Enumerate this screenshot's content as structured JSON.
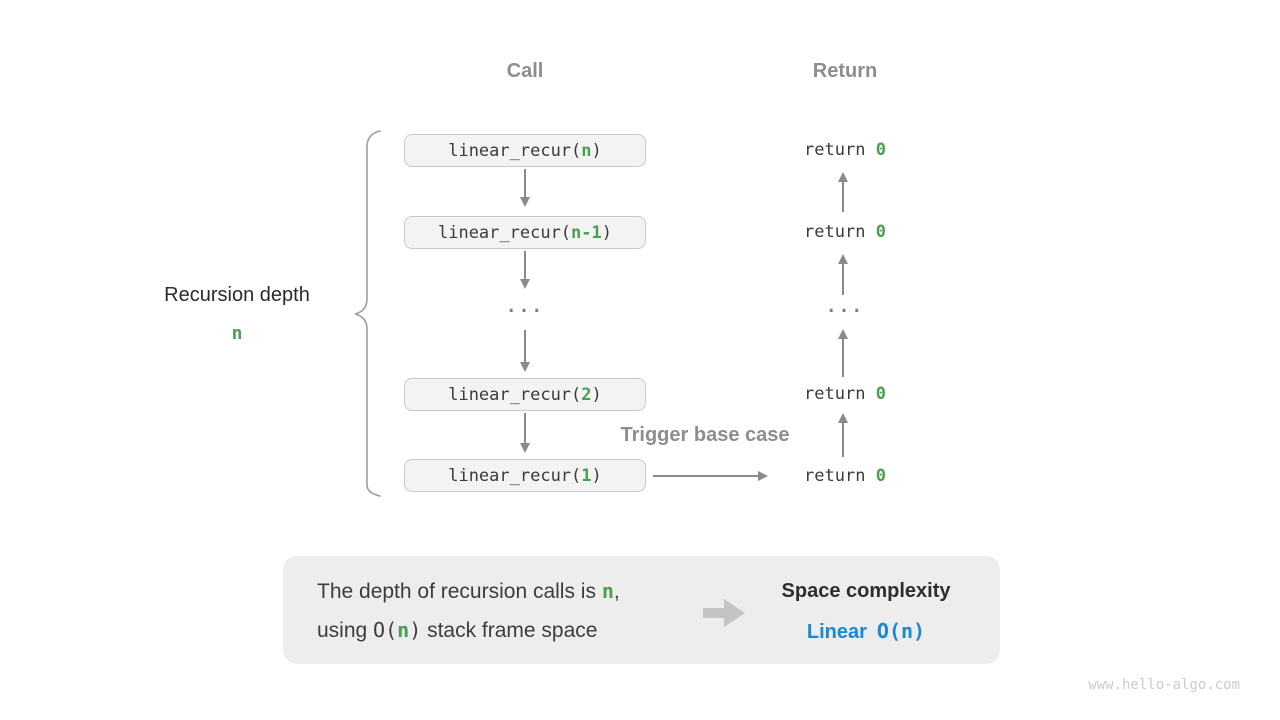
{
  "headers": {
    "call": "Call",
    "return": "Return"
  },
  "left_label": {
    "line1": "Recursion depth",
    "line2": "n"
  },
  "stack": {
    "rows": [
      {
        "prefix": "linear_recur(",
        "arg": "n",
        "suffix": ")"
      },
      {
        "prefix": "linear_recur(",
        "arg": "n-1",
        "suffix": ")"
      },
      {
        "prefix": "linear_recur(",
        "arg": "2",
        "suffix": ")"
      },
      {
        "prefix": "linear_recur(",
        "arg": "1",
        "suffix": ")"
      }
    ],
    "ellipsis": "...",
    "trigger_label": "Trigger base case",
    "return_rows": [
      {
        "kw": "return ",
        "val": "0"
      },
      {
        "kw": "return ",
        "val": "0"
      },
      {
        "kw": "return ",
        "val": "0"
      },
      {
        "kw": "return ",
        "val": "0"
      }
    ]
  },
  "summary": {
    "line1_pre": "The depth of recursion calls is ",
    "line1_var": "n",
    "line1_post": ",",
    "line2_pre": "using ",
    "line2_o_open": "O(",
    "line2_var": "n",
    "line2_o_close": ")",
    "line2_post": " stack frame space",
    "right_title": "Space complexity",
    "right_linear": "Linear",
    "right_big_o": "O(n)"
  },
  "watermark": "www.hello-algo.com",
  "colors": {
    "green": "#4a9e51",
    "blue": "#1c87d2",
    "box_fill": "#f3f3f3",
    "box_border": "#c9c9c9",
    "gray_label": "#8d8d8d",
    "arrow_gray": "#8a8a8a",
    "panel_fill": "#ededed"
  }
}
